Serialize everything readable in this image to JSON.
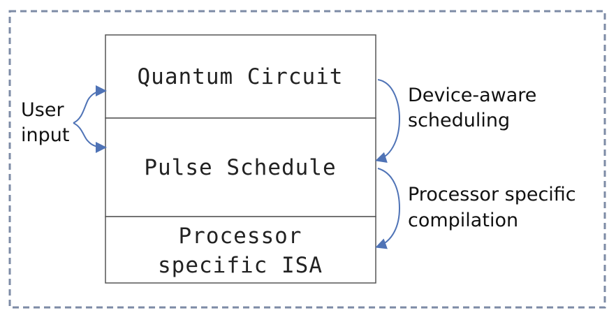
{
  "stack": {
    "top": "Quantum Circuit",
    "middle": "Pulse Schedule",
    "bottom_line1": "Processor",
    "bottom_line2": "specific ISA"
  },
  "left_label": {
    "line1": "User",
    "line2": "input"
  },
  "right_labels": {
    "upper_line1": "Device-aware",
    "upper_line2": "scheduling",
    "lower_line1": "Processor specific",
    "lower_line2": "compilation"
  },
  "colors": {
    "dashed_border": "#7d8ba6",
    "box_stroke": "#555555",
    "arrow": "#4f73b6",
    "text": "#111111"
  }
}
